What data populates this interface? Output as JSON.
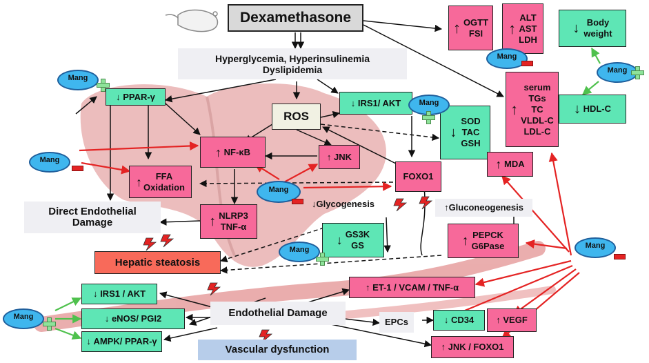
{
  "title": "Dexamethasone",
  "agent": "Mang",
  "arrows": {
    "up": "↑",
    "down": "↓"
  },
  "colors": {
    "increase_box": "#f7699a",
    "decrease_box": "#5ee6b5",
    "inhibit": "#e42323",
    "activate": "#8ee39a",
    "mang": "#3fb6ee"
  },
  "nodes": {
    "hyper": "Hyperglycemia, Hyperinsulinemia\nDyslipidemia",
    "ros": "ROS",
    "ppar": "PPAR-γ",
    "nfkb": "NF-κB",
    "ffa": "FFA\nOxidation",
    "jnk": "JNK",
    "irs1_akt_top": "IRS1/ AKT",
    "sod": "SOD\nTAC\nGSH",
    "mda": "MDA",
    "foxo1": "FOXO1",
    "nlrp3": "NLRP3\nTNF-α",
    "direct_damage": "Direct Endothelial\nDamage",
    "glycogenesis": "Glycogenesis",
    "gluconeogenesis": "Gluconeogenesis",
    "gs3k": "GS3K\nGS",
    "pepck": "PEPCK\nG6Pase",
    "steatosis": "Hepatic steatosis",
    "ogtt": "OGTT\nFSI",
    "alt": "ALT\nAST\nLDH",
    "body_weight": "Body\nweight",
    "serum": "serum\nTGs\nTC\nVLDL-C\nLDL-C",
    "hdl": "HDL-C",
    "irs1_akt_bottom": "IRS1 / AKT",
    "enos": "eNOS/ PGI2",
    "ampk": "AMPK/ PPAR-γ",
    "endothelial_damage": "Endothelial Damage",
    "vascular_dysfunction": "Vascular dysfunction",
    "et1": "ET-1 / VCAM / TNF-α",
    "epcs": "EPCs",
    "cd34": "CD34",
    "vegf": "VEGF",
    "jnk_foxo1": "JNK / FOXO1"
  }
}
